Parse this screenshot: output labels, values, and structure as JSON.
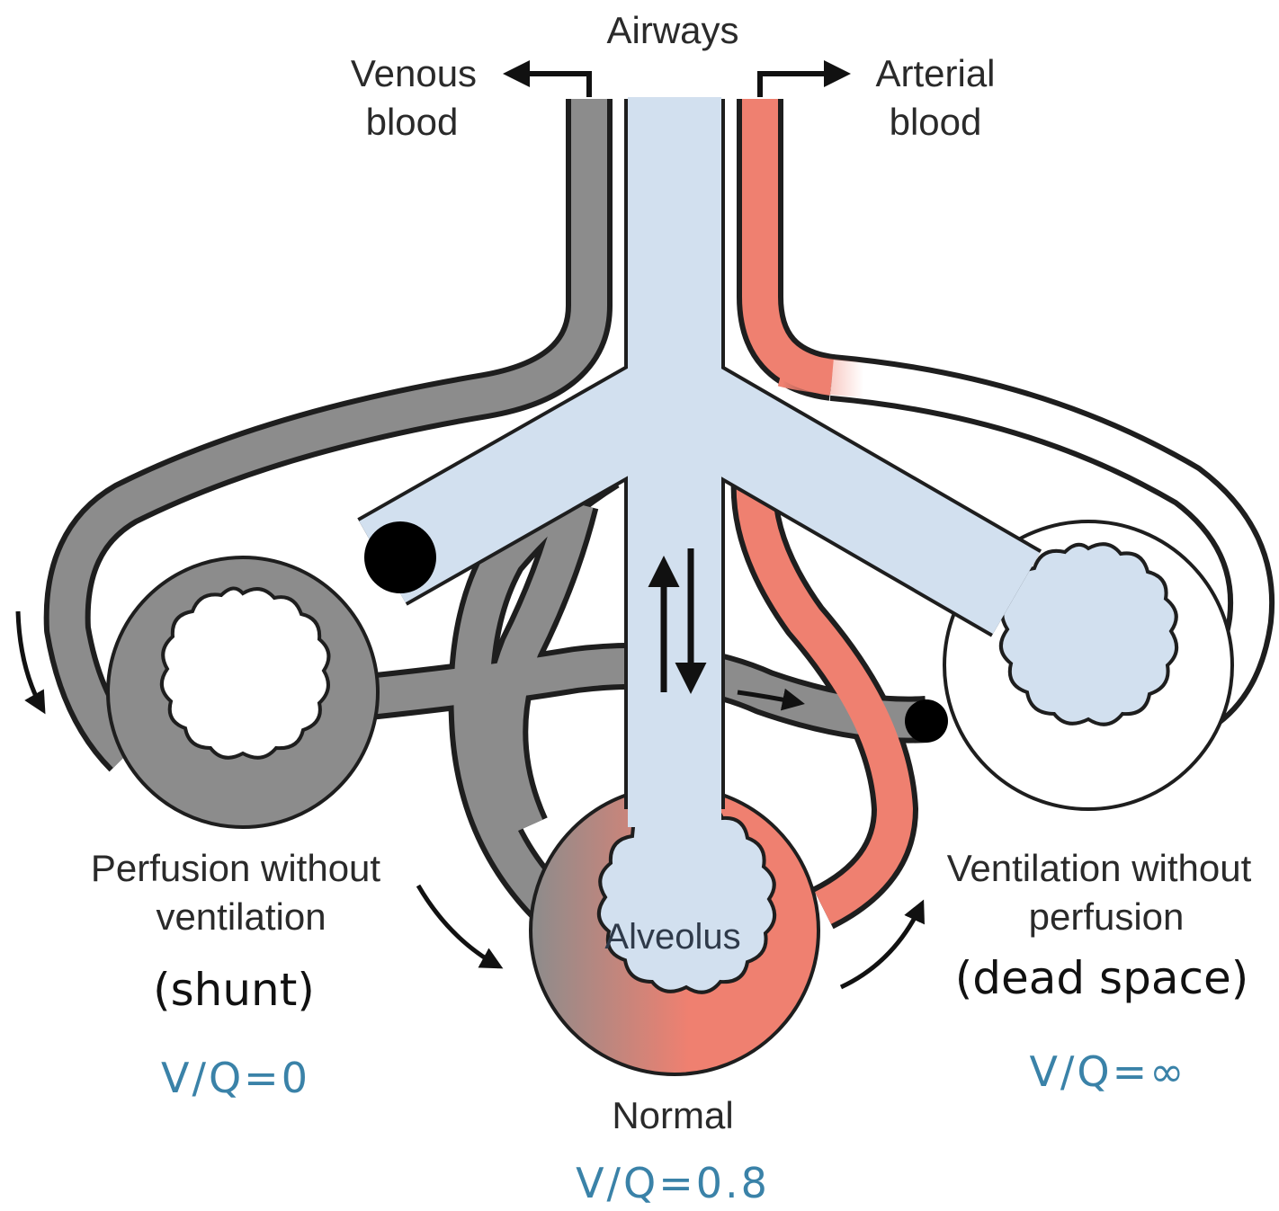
{
  "colors": {
    "venous": "#8c8c8c",
    "arterial": "#ef8070",
    "airway": "#d2e0ef",
    "outline": "#1e1e1e",
    "vq_text": "#3a82a8"
  },
  "labels": {
    "airways": "Airways",
    "venous_line1": "Venous",
    "venous_line2": "blood",
    "arterial_line1": "Arterial",
    "arterial_line2": "blood",
    "alveolus": "Alveolus"
  },
  "left_case": {
    "line1": "Perfusion without",
    "line2": "ventilation",
    "term": "(shunt)",
    "ratio": "V/Q=0"
  },
  "center_case": {
    "name": "Normal",
    "ratio": "V/Q=0.8"
  },
  "right_case": {
    "line1": "Ventilation without",
    "line2": "perfusion",
    "term": "(dead space)",
    "ratio": "V/Q=∞"
  }
}
